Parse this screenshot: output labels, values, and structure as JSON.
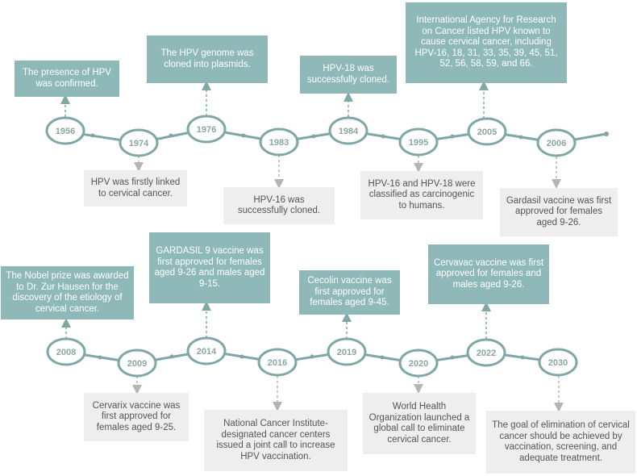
{
  "colors": {
    "teal": "#8fb9b8",
    "line": "#7ea7a6",
    "gray_box": "#eeeeee",
    "gray_arrow": "#b5b5b5"
  },
  "years": {
    "y1956": "1956",
    "y1974": "1974",
    "y1976": "1976",
    "y1983": "1983",
    "y1984": "1984",
    "y1995": "1995",
    "y2005": "2005",
    "y2006": "2006",
    "y2008": "2008",
    "y2009": "2009",
    "y2014": "2014",
    "y2016": "2016",
    "y2019": "2019",
    "y2020": "2020",
    "y2022": "2022",
    "y2030": "2030"
  },
  "events": {
    "e1956": "The presence of HPV was confirmed.",
    "e1974": "HPV was firstly linked to cervical cancer.",
    "e1976": "The HPV genome was cloned into plasmids.",
    "e1983": "HPV-16 was successfully cloned.",
    "e1984": "HPV-18 was successfully cloned.",
    "e1995": "HPV-16 and HPV-18 were classified as carcinogenic to humans.",
    "e2005": "International Agency for Research on Cancer listed HPV known to cause cervical cancer, including  HPV-16, 18, 31, 33, 35, 39, 45, 51, 52, 56, 58, 59, and 66.",
    "e2006": "Gardasil vaccine was first approved for females aged 9-26.",
    "e2008": "The Nobel prize was awarded to Dr. Zur Hausen for the discovery of the etiology of cervical cancer.",
    "e2009": "Cervarix vaccine was first approved  for females aged 9-25.",
    "e2014": "GARDASIL 9 vaccine was first approved for females aged 9-26 and males aged 9-15.",
    "e2016": "National Cancer Institute-designated cancer centers issued a joint call to increase HPV vaccination.",
    "e2019": "Cecolin vaccine was first approved for females aged 9-45.",
    "e2020": "World Health Organization launched a global call to eliminate cervical cancer.",
    "e2022": "Cervavac vaccine was first approved for females and males aged 9-26.",
    "e2030": "The goal of elimination of cervical cancer should be achieved by vaccination, screening, and adequate treatment."
  }
}
